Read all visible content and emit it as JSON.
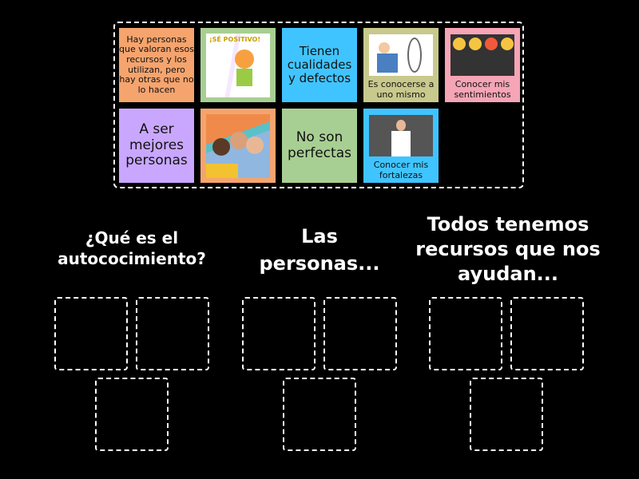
{
  "tiles": [
    {
      "text": "Hay personas que valoran esos recursos y los utilizan, pero hay otras que no lo hacen",
      "color": "#f5a46e",
      "size": 11
    },
    {
      "image": "actitud-positiva-cartoon-image",
      "color": "#a8cf93",
      "image_text": "¡SÉ POSITIVO!"
    },
    {
      "text": "Tienen cualidades y defectos",
      "color": "#40c4ff",
      "size": 15
    },
    {
      "image": "man-looking-in-mirror-image",
      "caption": "Es conocerse a uno mismo",
      "color": "#c8c98c"
    },
    {
      "image": "emoji-faces-people-image",
      "caption": "Conocer mis sentimientos",
      "color": "#f5a5b5"
    },
    {
      "text": "A ser mejores personas",
      "color": "#c9a7ff",
      "size": 17
    },
    {
      "image": "smiling-friends-photo",
      "color": "#f5a46e"
    },
    {
      "text": "No son perfectas",
      "color": "#a8cf93",
      "size": 17
    },
    {
      "image": "man-strong-arms-chalkboard-image",
      "caption": "Conocer mis fortalezas",
      "color": "#40c4ff"
    }
  ],
  "groups": [
    {
      "title": "¿Qué es el autococimiento?"
    },
    {
      "title": "Las personas..."
    },
    {
      "title": "Todos tenemos recursos que nos ayudan..."
    }
  ]
}
